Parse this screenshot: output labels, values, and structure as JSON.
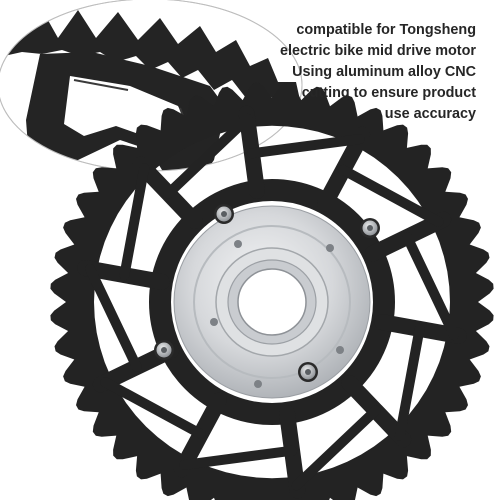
{
  "caption": {
    "lines": [
      "compatible for Tongsheng",
      "electric bike mid drive motor",
      "Using aluminum alloy CNC",
      "cutting to ensure product",
      "use accuracy"
    ]
  },
  "product": {
    "chainring_color": "#232323",
    "hub_color": "#d7d9dc",
    "bolt_color": "#b9bcbf",
    "chainring_teeth": 44,
    "mounting_bolts": 4
  }
}
